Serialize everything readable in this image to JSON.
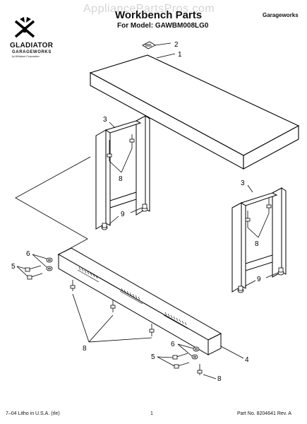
{
  "watermark": "AppliancePartsPros.com",
  "header": {
    "title": "Workbench Parts",
    "model": "For Model: GAWBM008LG0",
    "brand": "Garageworks"
  },
  "logo": {
    "name": "GLADIATOR",
    "sub": "GARAGEWORKS",
    "tiny": "by Whirlpool Corporation"
  },
  "callouts": {
    "top_label": "1",
    "top_marker": "2",
    "leg_left_frame": "3",
    "leg_left_screws": "8",
    "leg_left_feet": "9",
    "leg_right_frame": "3",
    "leg_right_screws": "8",
    "leg_right_feet": "9",
    "left_washers": "6",
    "left_bolts": "5",
    "rail_screws": "8",
    "right_washers": "6",
    "right_bolts": "5",
    "rail_label": "4",
    "right_screw": "8"
  },
  "footer": {
    "left": "7–04 Litho in U.S.A. (rle)",
    "center": "1",
    "right": "Part No. 8204641 Rev. A"
  }
}
